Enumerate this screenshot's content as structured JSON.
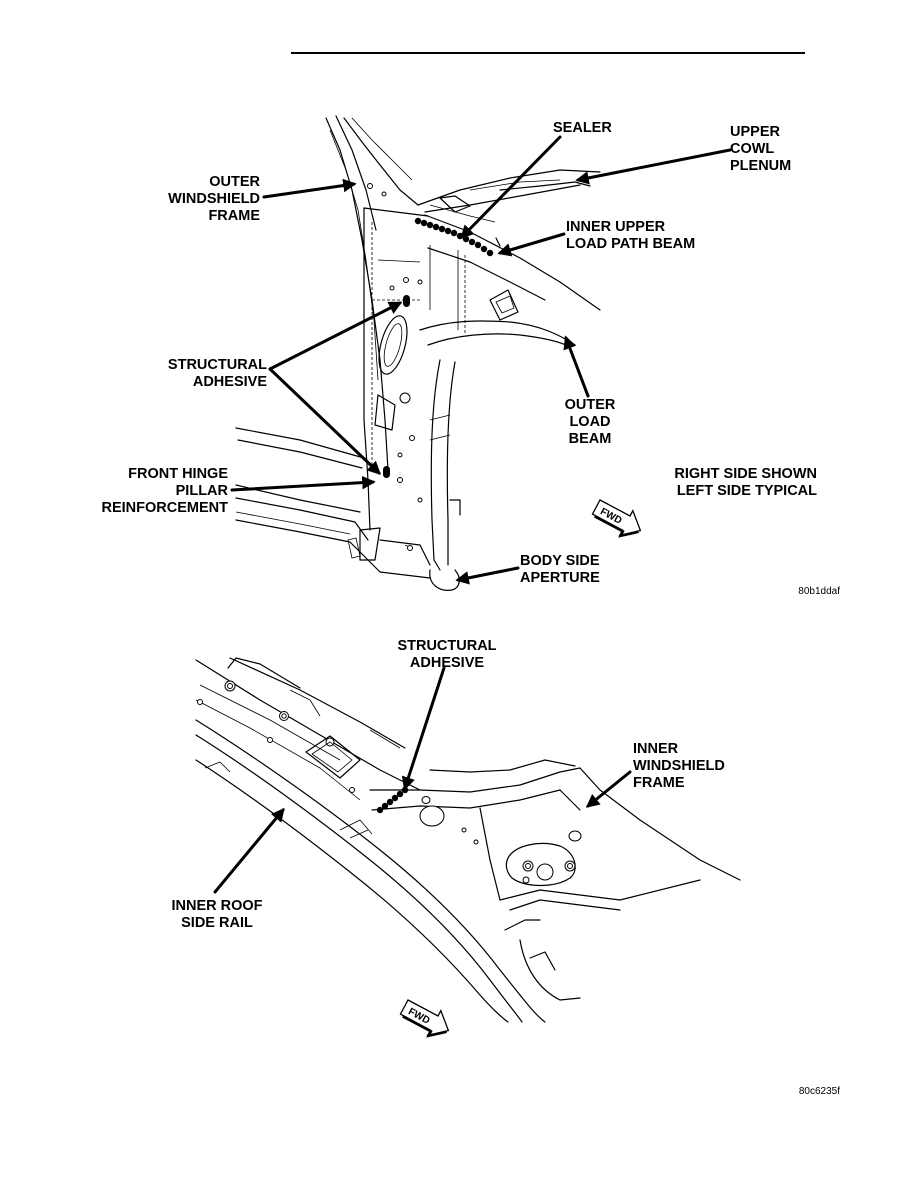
{
  "figure1": {
    "labels": {
      "sealer": "SEALER",
      "upper_cowl_plenum": [
        "UPPER",
        "COWL",
        "PLENUM"
      ],
      "outer_windshield_frame": [
        "OUTER",
        "WINDSHIELD",
        "FRAME"
      ],
      "inner_upper_load_path_beam": [
        "INNER UPPER",
        "LOAD PATH BEAM"
      ],
      "structural_adhesive": [
        "STRUCTURAL",
        "ADHESIVE"
      ],
      "outer_load_beam": [
        "OUTER",
        "LOAD",
        "BEAM"
      ],
      "front_hinge_pillar_reinforcement": [
        "FRONT HINGE",
        "PILLAR",
        "REINFORCEMENT"
      ],
      "body_side_aperture": [
        "BODY SIDE",
        "APERTURE"
      ],
      "side_note": [
        "RIGHT SIDE SHOWN",
        "LEFT SIDE TYPICAL"
      ],
      "fwd": "FWD"
    },
    "code": "80b1ddaf"
  },
  "figure2": {
    "labels": {
      "structural_adhesive": [
        "STRUCTURAL",
        "ADHESIVE"
      ],
      "inner_windshield_frame": [
        "INNER",
        "WINDSHIELD",
        "FRAME"
      ],
      "inner_roof_side_rail": [
        "INNER ROOF",
        "SIDE RAIL"
      ],
      "fwd": "FWD"
    },
    "code": "80c6235f"
  }
}
